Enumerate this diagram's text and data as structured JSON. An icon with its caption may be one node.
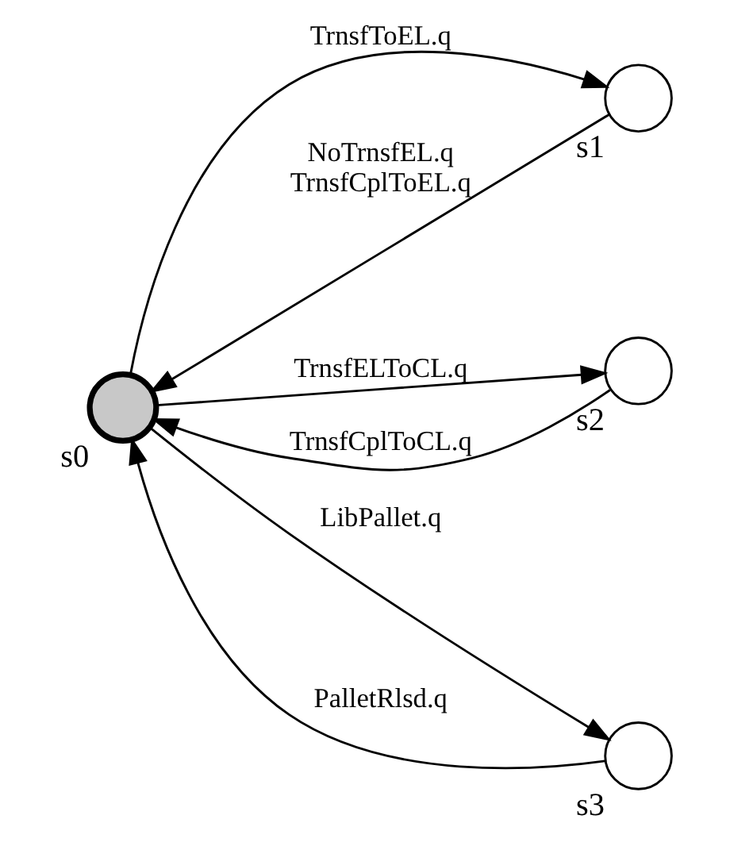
{
  "diagram": {
    "nodes": [
      {
        "text": [],
        "shape": "circle",
        "beside": [
          "s0"
        ]
      },
      {
        "text": [],
        "shape": "circle",
        "beside": [
          "s1"
        ]
      },
      {
        "text": [],
        "shape": "circle",
        "beside": [
          "s2"
        ]
      },
      {
        "text": [],
        "shape": "circle",
        "beside": [
          "s3"
        ]
      }
    ],
    "edges": [
      {
        "from": 0,
        "to": 1,
        "arrow": "to",
        "label": "TrnsfToEL.q"
      },
      {
        "from": 1,
        "to": 0,
        "arrow": "to",
        "label": "NoTrnsfEL.q TrnsfCplToEL.q"
      },
      {
        "from": 0,
        "to": 2,
        "arrow": "to",
        "label": "TrnsfELToCL.q"
      },
      {
        "from": 2,
        "to": 0,
        "arrow": "to",
        "label": "TrnsfCplToCL.q"
      },
      {
        "from": 0,
        "to": 3,
        "arrow": "to",
        "label": "LibPallet.q"
      },
      {
        "from": 3,
        "to": 0,
        "arrow": "to",
        "label": "PalletRlsd.q"
      }
    ]
  }
}
